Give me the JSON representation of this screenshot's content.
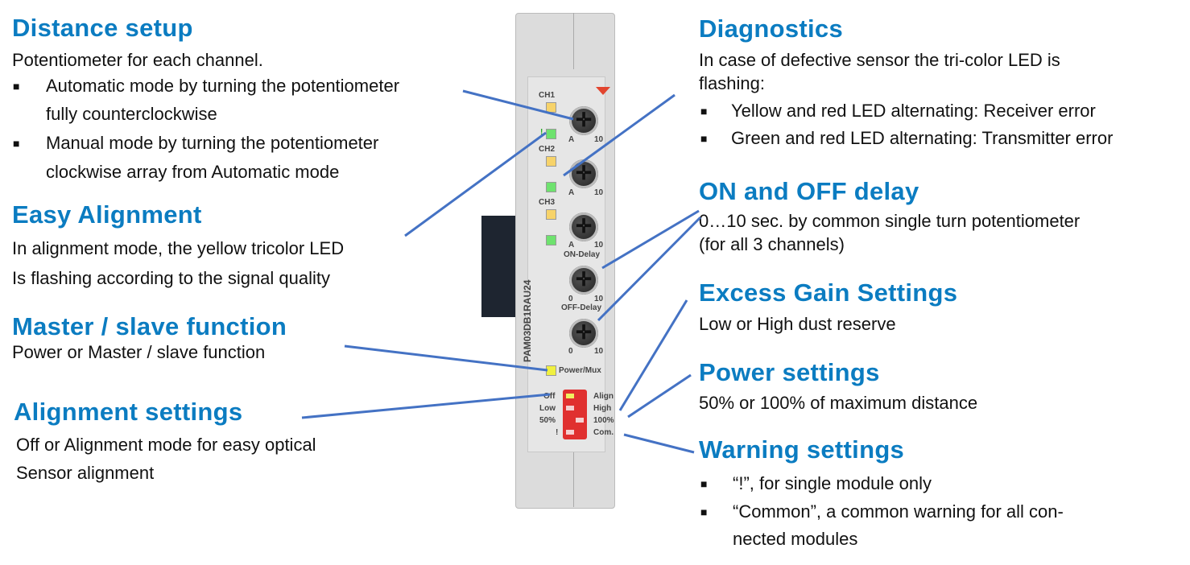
{
  "left": {
    "distance": {
      "title": "Distance setup",
      "intro": "Potentiometer for each channel.",
      "bullets": [
        [
          "Automatic mode by turning the potentiometer",
          "fully counterclockwise"
        ],
        [
          "Manual mode by turning the potentiometer",
          "clockwise array from Automatic mode"
        ]
      ]
    },
    "alignment": {
      "title": "Easy Alignment",
      "lines": [
        "In alignment mode, the yellow tricolor LED",
        "Is flashing according to the signal quality"
      ]
    },
    "master": {
      "title": "Master / slave function",
      "lines": [
        "Power or Master / slave function"
      ]
    },
    "align_settings": {
      "title": "Alignment settings",
      "lines": [
        "Off or Alignment mode for easy optical",
        "Sensor alignment"
      ]
    }
  },
  "right": {
    "diagnostics": {
      "title": "Diagnostics",
      "lines": [
        "In case of defective sensor the tri-color LED is",
        "flashing:"
      ],
      "bullets": [
        "Yellow and red LED alternating: Receiver error",
        "Green and red LED alternating: Transmitter error"
      ]
    },
    "delay": {
      "title": "ON and OFF delay",
      "lines": [
        "0…10 sec. by common single turn potentiometer",
        "(for all 3 channels)"
      ]
    },
    "gain": {
      "title": "Excess Gain Settings",
      "lines": [
        "Low or High dust reserve"
      ]
    },
    "power": {
      "title": "Power settings",
      "lines": [
        "50% or 100% of maximum distance"
      ]
    },
    "warning": {
      "title": "Warning settings",
      "bullets": [
        [
          "“!”, for single module only"
        ],
        [
          "“Common”, a common warning for all con-",
          "nected modules"
        ]
      ]
    }
  },
  "device": {
    "model": "PAM03DB1RAU24",
    "channels": [
      "CH1",
      "CH2",
      "CH3"
    ],
    "scale_min_auto": "A",
    "scale_min_zero": "0",
    "scale_max": "10",
    "on_delay": "ON-Delay",
    "off_delay": "OFF-Delay",
    "power_mux": "Power/Mux",
    "dip_left": [
      "Off",
      "Low",
      "50%",
      "!"
    ],
    "dip_right": [
      "Align",
      "High",
      "100%",
      "Com."
    ],
    "warn_symbol": "!"
  },
  "colors": {
    "title": "#0b7cc1",
    "leader": "#4472c4",
    "led_yellow": "#f7d36a",
    "led_green": "#6ee26e",
    "dip": "#e0302f"
  }
}
